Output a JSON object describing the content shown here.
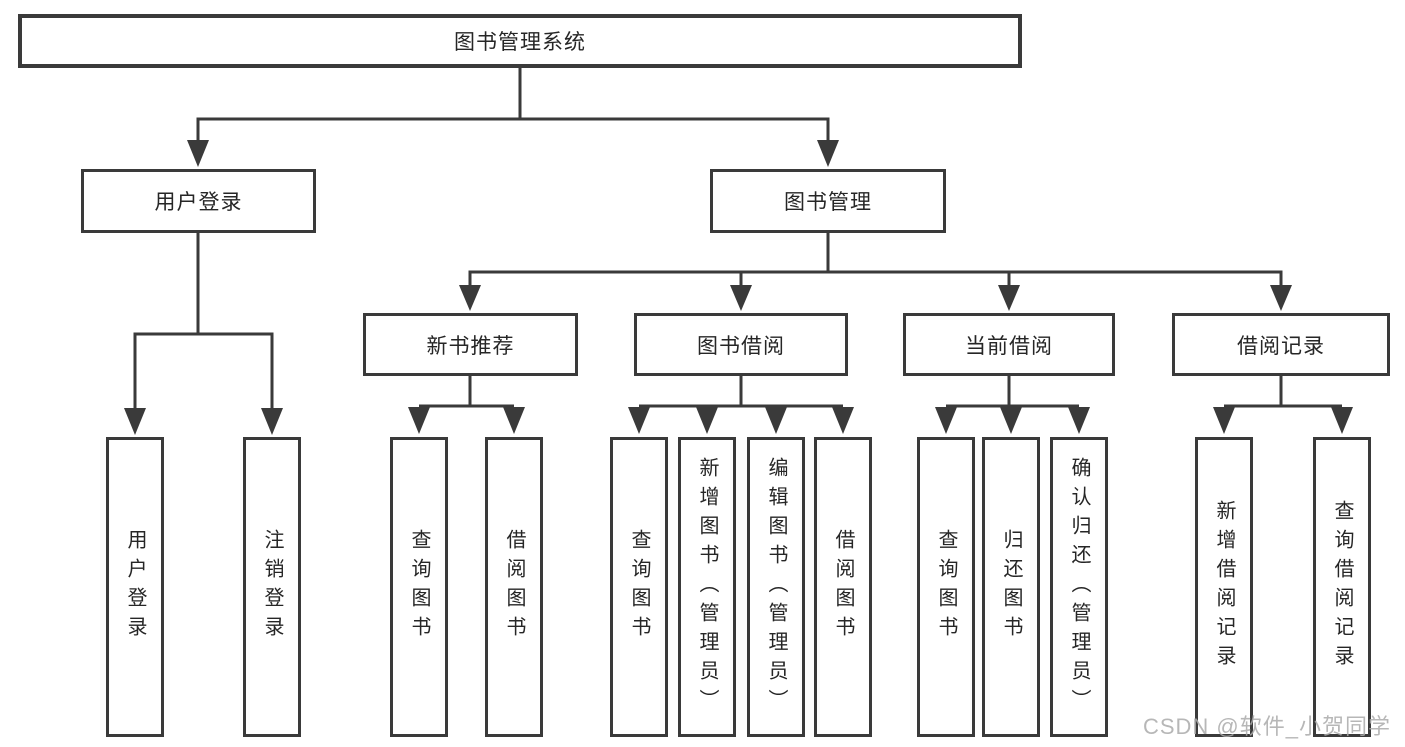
{
  "diagram": {
    "root": {
      "label": "图书管理系统"
    },
    "branches": [
      {
        "label": "用户登录",
        "children": [
          {
            "label": "用户登录"
          },
          {
            "label": "注销登录"
          }
        ]
      },
      {
        "label": "图书管理",
        "sections": [
          {
            "label": "新书推荐",
            "children": [
              {
                "label": "查询图书"
              },
              {
                "label": "借阅图书"
              }
            ]
          },
          {
            "label": "图书借阅",
            "children": [
              {
                "label": "查询图书"
              },
              {
                "label": "新增图书（管理员）"
              },
              {
                "label": "编辑图书（管理员）"
              },
              {
                "label": "借阅图书"
              }
            ]
          },
          {
            "label": "当前借阅",
            "children": [
              {
                "label": "查询图书"
              },
              {
                "label": "归还图书"
              },
              {
                "label": "确认归还（管理员）"
              }
            ]
          },
          {
            "label": "借阅记录",
            "children": [
              {
                "label": "新增借阅记录"
              },
              {
                "label": "查询借阅记录"
              }
            ]
          }
        ]
      }
    ]
  },
  "watermark": {
    "text": "CSDN @软件_小贺同学"
  },
  "colors": {
    "line": "#3a3a3a",
    "text": "#262626",
    "background": "#ffffff",
    "watermark": "#ababab"
  }
}
